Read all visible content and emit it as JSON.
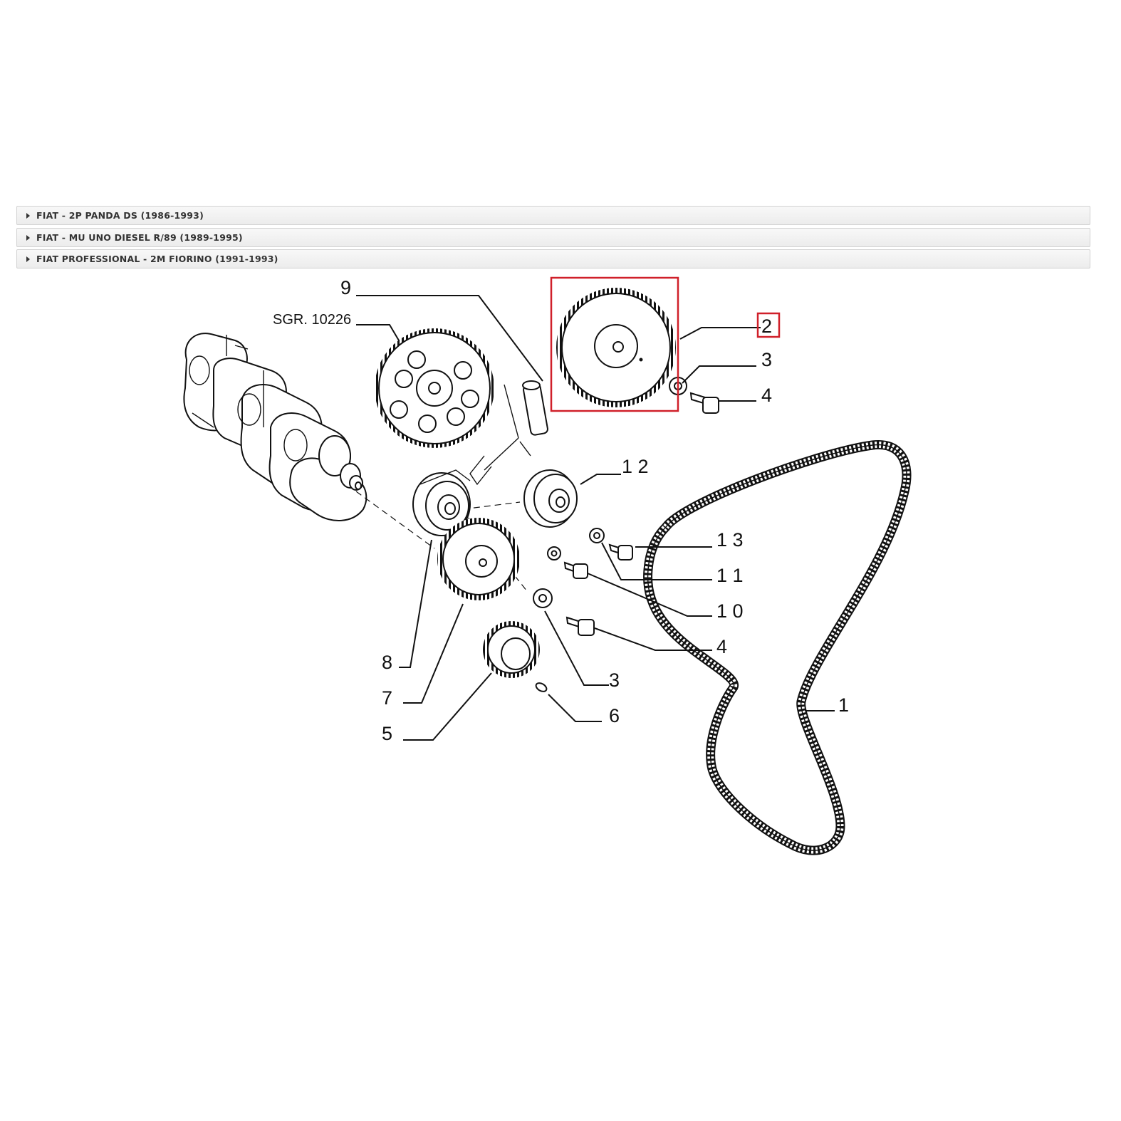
{
  "applications": [
    {
      "label": "FIAT - 2P PANDA DS (1986-1993)"
    },
    {
      "label": "FIAT - MU UNO DIESEL R/89 (1989-1995)"
    },
    {
      "label": "FIAT PROFESSIONAL - 2M FIORINO (1991-1993)"
    }
  ],
  "diagram": {
    "reference": "SGR. 10226",
    "selected_part": "2",
    "highlight_color": "#d0202a",
    "callouts": {
      "c1": "1",
      "c2": "2",
      "c3a": "3",
      "c3b": "3",
      "c4a": "4",
      "c4b": "4",
      "c5": "5",
      "c6": "6",
      "c7": "7",
      "c8": "8",
      "c9": "9",
      "c10": "1 0",
      "c11": "1 1",
      "c12": "1 2",
      "c13": "1 3"
    }
  }
}
